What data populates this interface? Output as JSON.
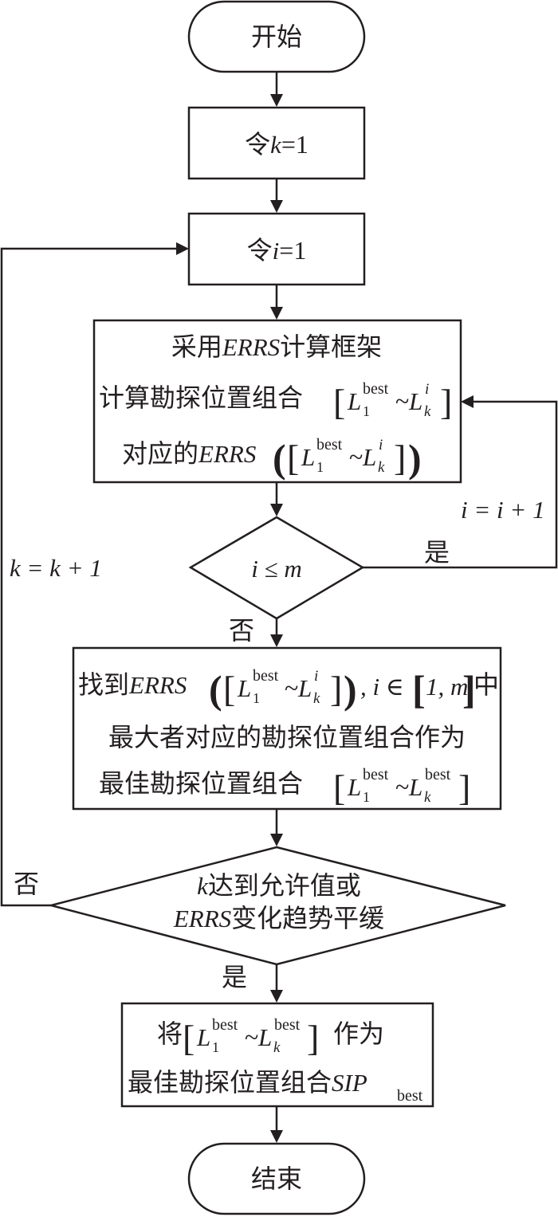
{
  "flowchart": {
    "start": "开始",
    "set_k": {
      "prefix": "令",
      "var": "k",
      "rest": "=1"
    },
    "set_i": {
      "prefix": "令",
      "var": "i",
      "rest": "=1"
    },
    "compute": {
      "line1_a": "采用",
      "line1_b": "ERRS",
      "line1_c": "计算框架",
      "line2": "计算勘探位置组合",
      "line3_a": "对应的",
      "line3_b": "ERRS"
    },
    "decision_i": "i ≤ m",
    "find": {
      "line1_a": "找到",
      "line1_b": "ERRS",
      "line1_c": ", i ∈ ",
      "line1_d": "1, m",
      "line1_e": "中",
      "line2": "最大者对应的勘探位置组合作为",
      "line3": "最佳勘探位置组合"
    },
    "decision_k": {
      "line1_a": "k",
      "line1_b": "达到允许值或",
      "line2_a": "ERRS",
      "line2_b": "变化趋势平缓"
    },
    "output": {
      "line1_a": "将",
      "line1_b": "作为",
      "line2_a": "最佳勘探位置组合",
      "line2_b": "SIP",
      "line2_sub": "best"
    },
    "end": "结束",
    "notation": {
      "L": "L",
      "one": "1",
      "best": "best",
      "k": "k",
      "i": "i",
      "tilde": "~"
    },
    "edge_labels": {
      "yes_1": "是",
      "no_1": "否",
      "no_2": "否",
      "yes_2": "是",
      "i_increment": "i = i + 1",
      "k_increment": "k = k + 1"
    }
  }
}
